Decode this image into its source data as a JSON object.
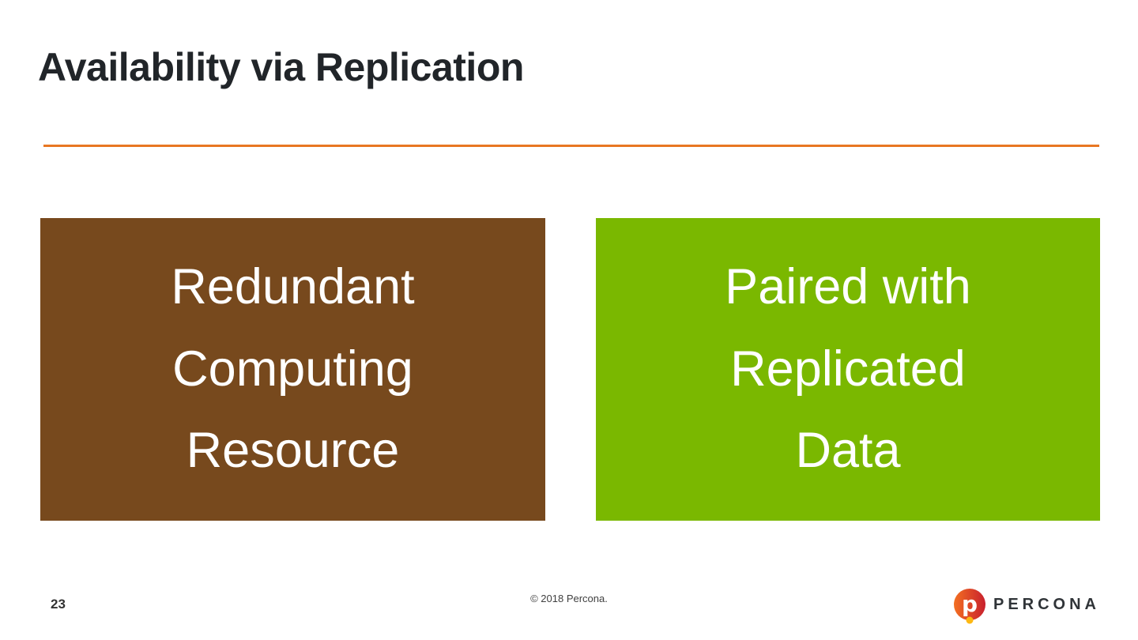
{
  "slide": {
    "title": "Availability via Replication",
    "title_color": "#212529",
    "accent_line_color": "#E87722",
    "boxes": [
      {
        "text": "Redundant\nComputing\nResource",
        "color": "#77491D",
        "text_color": "#FFFFFF"
      },
      {
        "text": "Paired with\nReplicated\nData",
        "color": "#7AB800",
        "text_color": "#FFFFFF"
      }
    ],
    "footer": {
      "page_number": "23",
      "copyright": "© 2018 Percona.",
      "logo": {
        "text": "PERCONA",
        "icon": "percona-circle-p-icon",
        "icon_colors": {
          "orange": "#F36F21",
          "red": "#C8202E",
          "gold": "#FDB813"
        },
        "text_color": "#303438"
      }
    }
  }
}
